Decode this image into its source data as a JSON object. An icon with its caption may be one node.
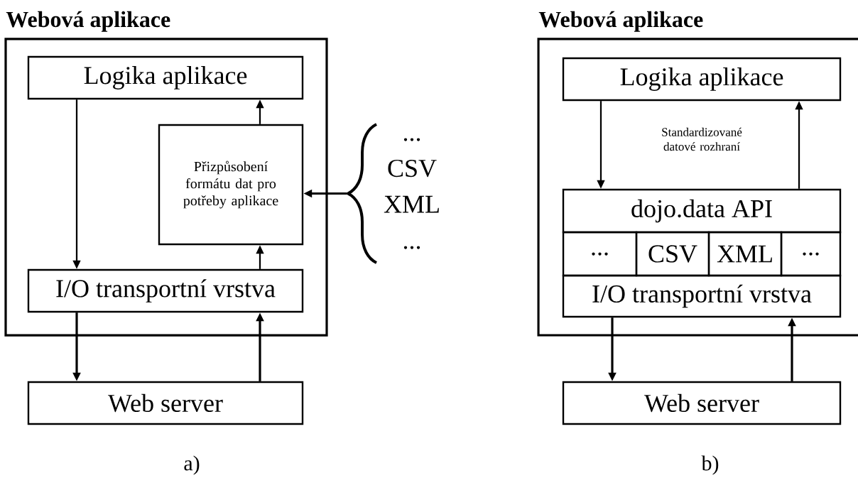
{
  "diagram": {
    "nodes": [
      {
        "text": [
          "Webová aplikace"
        ]
      },
      {
        "text": [
          "Logika aplikace"
        ],
        "in": 0
      },
      {
        "text": [
          "Přizpůsobení formátu dat pro potřeby aplikace"
        ],
        "in": 0
      },
      {
        "text": [
          "I/O transportní vrstva"
        ],
        "in": 0
      },
      {
        "text": [
          "Web server"
        ]
      },
      {
        "text": [
          "...",
          "CSV",
          "XML",
          "..."
        ]
      },
      {
        "text": [
          "Webová aplikace"
        ]
      },
      {
        "text": [
          "Logika aplikace"
        ],
        "in": 6
      },
      {
        "text": [
          "dojo.data API"
        ],
        "in": 6
      },
      {
        "text": [
          "..."
        ],
        "in": 6
      },
      {
        "text": [
          "CSV"
        ],
        "in": 6
      },
      {
        "text": [
          "XML"
        ],
        "in": 6
      },
      {
        "text": [
          "..."
        ],
        "in": 6
      },
      {
        "text": [
          "I/O transportní vrstva"
        ],
        "in": 6
      },
      {
        "text": [
          "Web server"
        ]
      }
    ],
    "edges": [
      {
        "from": 1,
        "to": 3,
        "arrow": "to"
      },
      {
        "from": 2,
        "to": 1,
        "arrow": "to"
      },
      {
        "from": 3,
        "to": 2,
        "arrow": "to"
      },
      {
        "from": 5,
        "to": 2,
        "arrow": "to"
      },
      {
        "from": 3,
        "to": 4,
        "arrow": "to"
      },
      {
        "from": 4,
        "to": 3,
        "arrow": "to"
      },
      {
        "from": 7,
        "to": 8,
        "arrow": "to"
      },
      {
        "from": 8,
        "to": 7,
        "arrow": "to"
      },
      {
        "from": 13,
        "to": 14,
        "arrow": "to"
      },
      {
        "from": 14,
        "to": 13,
        "arrow": "to"
      }
    ],
    "labels": [
      "Standardizované datové rozhraní",
      "a)",
      "b)"
    ]
  }
}
